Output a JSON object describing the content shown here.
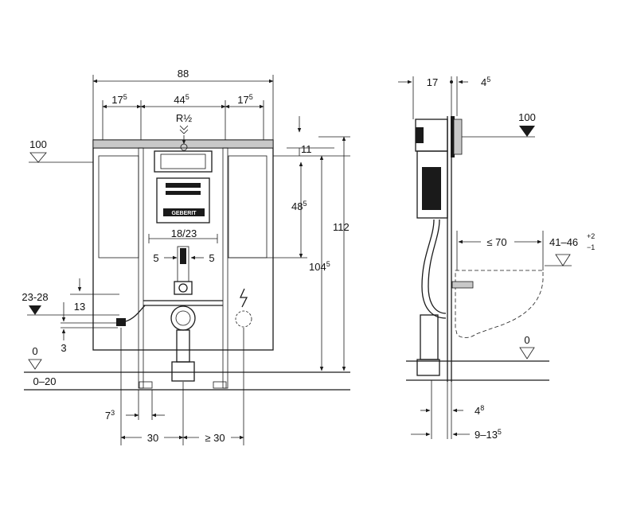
{
  "front_view": {
    "overall_width": "88",
    "side_offset_left": "17",
    "side_offset_left_sup": "5",
    "center_span": "44",
    "center_span_sup": "5",
    "side_offset_right": "17",
    "side_offset_right_sup": "5",
    "supply_thread": "R½",
    "top_gap": "11",
    "cistern_span": "48",
    "cistern_span_sup": "5",
    "frame_height": "104",
    "frame_height_sup": "5",
    "total_height": "112",
    "flush_pipe": "18/23",
    "offset_left": "5",
    "offset_right": "5",
    "level_top": "100",
    "level_mid": "23-28",
    "level_13": "13",
    "level_3": "3",
    "floor_level": "0",
    "floor_range": "0–20",
    "dim_7": "7",
    "dim_7_sup": "3",
    "dim_30": "30",
    "dim_ge30": "≥ 30",
    "brand": "GEBERIT"
  },
  "side_view": {
    "depth_17": "17",
    "depth_4": "4",
    "depth_4_sup": "5",
    "level_top": "100",
    "projection": "≤ 70",
    "bowl_height": "41–46",
    "bowl_tol_plus": "+2",
    "bowl_tol_minus": "−1",
    "floor_level": "0",
    "dim_4": "4",
    "dim_4_sup": "8",
    "dim_9_13": "9–13",
    "dim_9_13_sup": "5"
  }
}
